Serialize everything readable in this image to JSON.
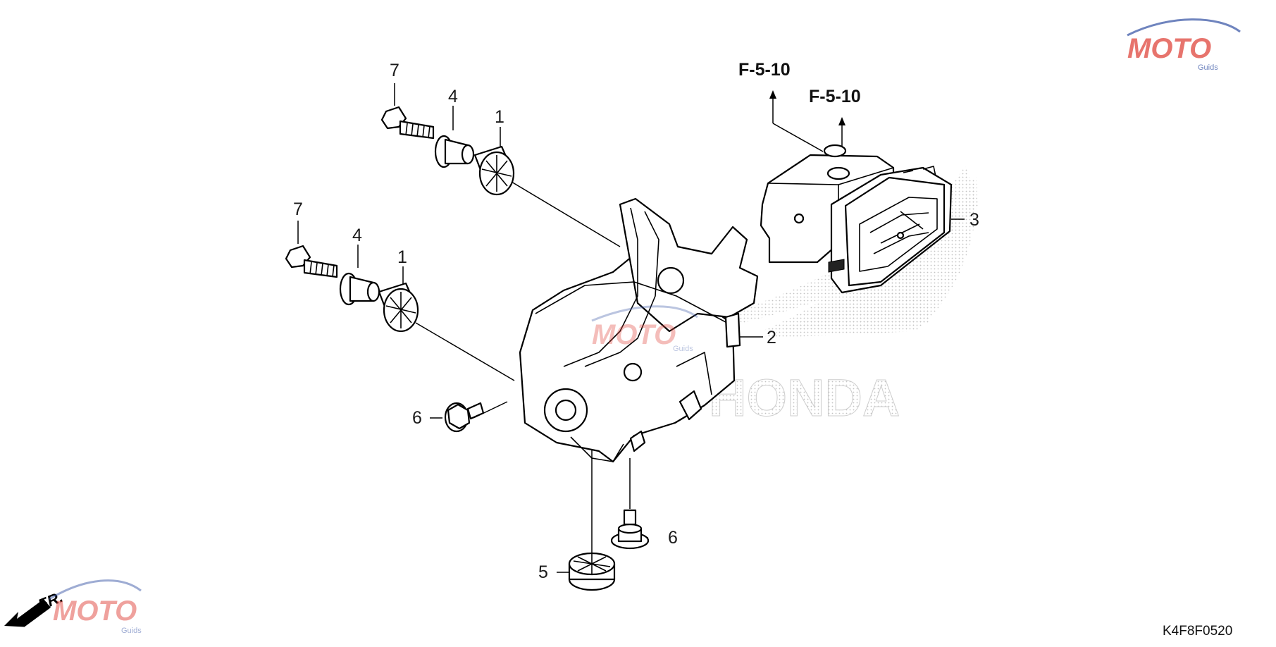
{
  "refs": {
    "upper": "F-5-10",
    "lower": "F-5-10"
  },
  "callouts": {
    "bolt_upper": "7",
    "collar_upper": "4",
    "grommet_upper": "1",
    "bolt_lower": "7",
    "collar_lower": "4",
    "grommet_lower": "1",
    "modulator": "3",
    "bracket": "2",
    "screw_left": "6",
    "screw_bottom": "6",
    "grommet_bottom": "5"
  },
  "diagram_code": "K4F8F0520",
  "front_indicator": "FR.",
  "watermark": {
    "brand": "MOTO",
    "tagline": "Guids",
    "background_logo": "HONDA"
  },
  "colors": {
    "watermark_red": "#e0463d",
    "watermark_blue": "#3f5ba9",
    "ink": "#000000"
  }
}
